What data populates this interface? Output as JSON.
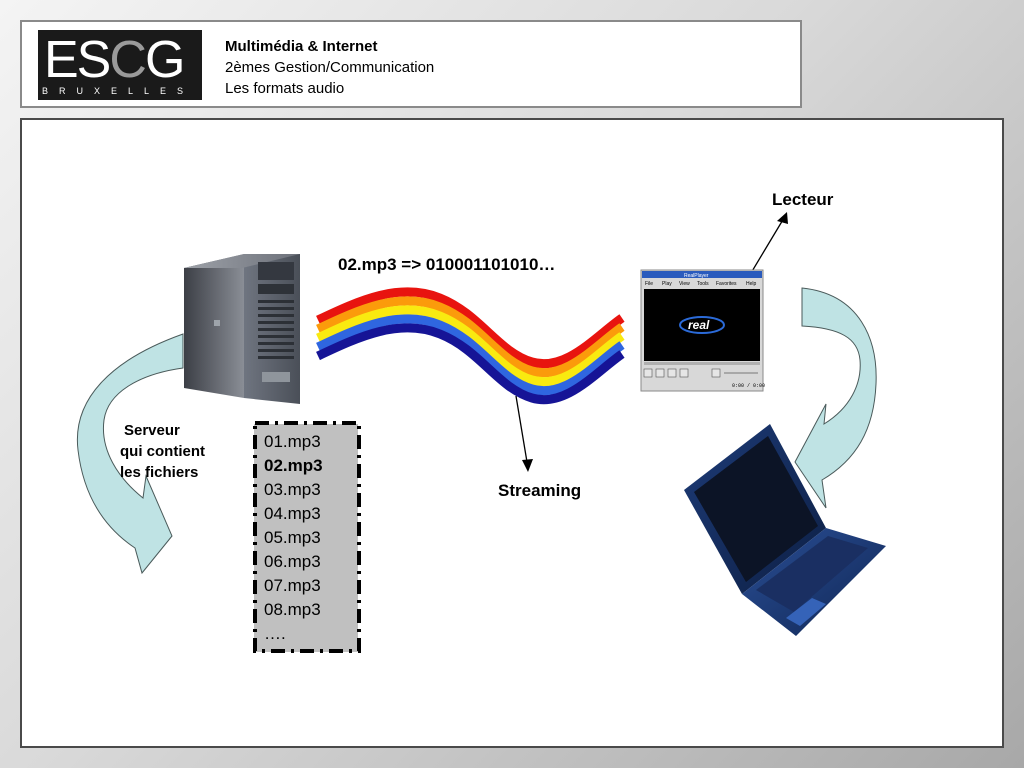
{
  "header": {
    "logo_text": "ESCG",
    "logo_subtext": "BRUXELLES",
    "course_title": "Multimédia & Internet",
    "course_subtitle": "2èmes Gestion/Communication",
    "topic": "Les formats audio"
  },
  "diagram": {
    "server_label_lines": [
      "Serveur",
      "qui contient",
      "les fichiers"
    ],
    "binary_label": "02.mp3 => 010001101010…",
    "player_label": "Lecteur",
    "streaming_label": "Streaming",
    "files": [
      {
        "name": "01.mp3",
        "selected": false
      },
      {
        "name": "02.mp3",
        "selected": true
      },
      {
        "name": "03.mp3",
        "selected": false
      },
      {
        "name": "04.mp3",
        "selected": false
      },
      {
        "name": "05.mp3",
        "selected": false
      },
      {
        "name": "06.mp3",
        "selected": false
      },
      {
        "name": "07.mp3",
        "selected": false
      },
      {
        "name": "08.mp3",
        "selected": false
      },
      {
        "name": "….",
        "selected": false
      }
    ],
    "player_window": {
      "title": "RealPlayer",
      "menu": [
        "File",
        "Play",
        "View",
        "Tools",
        "Favorites",
        "Help"
      ],
      "logo": "real",
      "time": "0:00 / 0:00"
    },
    "wave_colors": [
      "#e8140f",
      "#fb9b0b",
      "#f9ea10",
      "#2f66e0",
      "#161496"
    ],
    "arrow_fill": "#bfe3e4"
  }
}
